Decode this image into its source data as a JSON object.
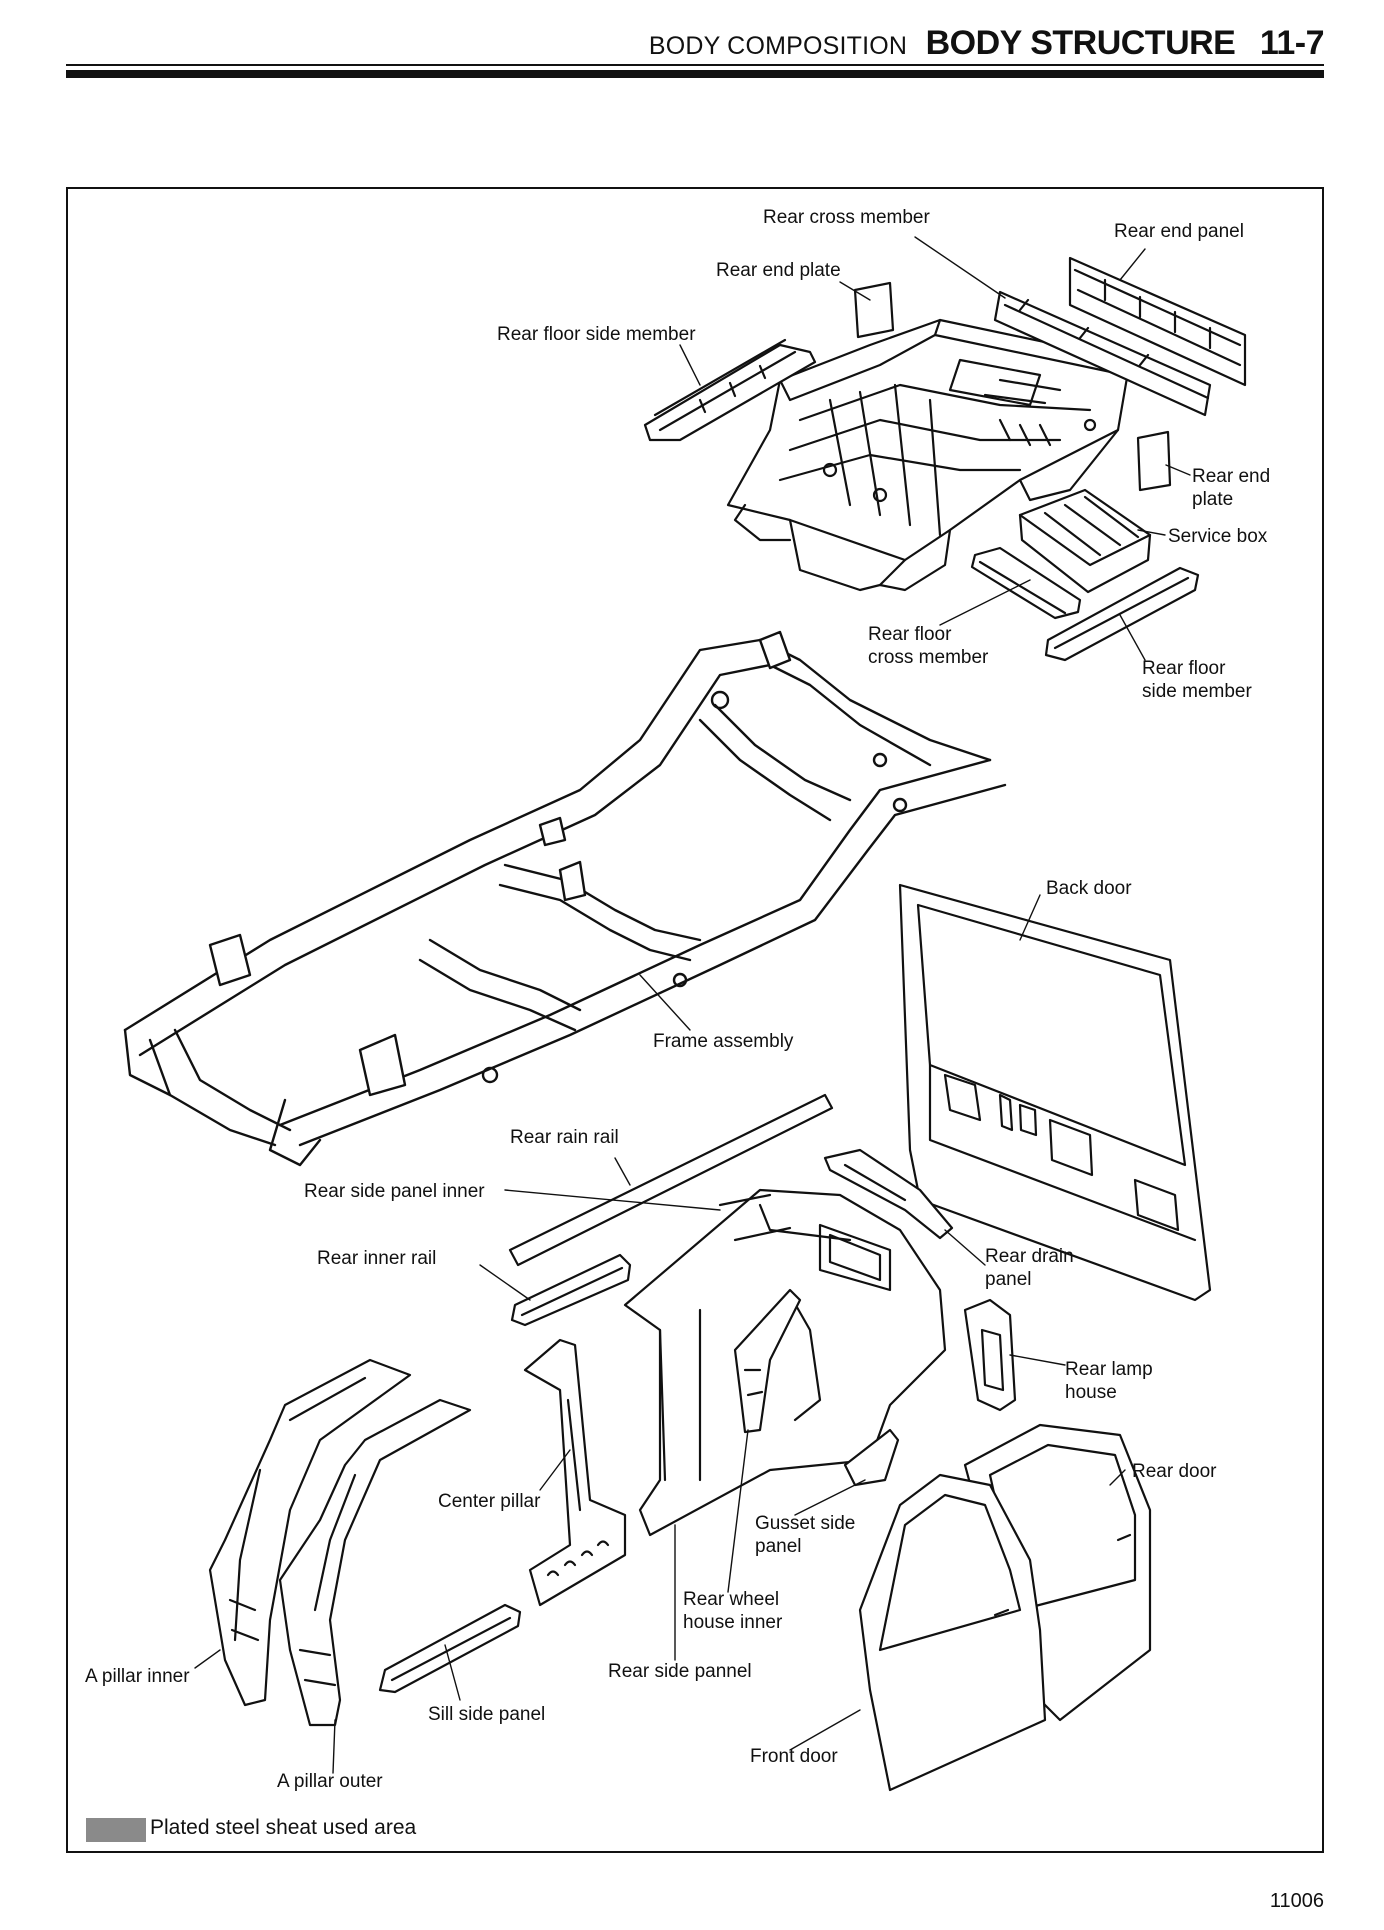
{
  "header": {
    "section": "BODY COMPOSITION",
    "title": "BODY STRUCTURE",
    "page": "11-7"
  },
  "labels": {
    "rear_cross_member": "Rear cross member",
    "rear_end_panel": "Rear end panel",
    "rear_end_plate_top": "Rear end plate",
    "rear_floor_side_member_top": "Rear floor side member",
    "rear_end_plate_right_1": "Rear end",
    "rear_end_plate_right_2": "plate",
    "service_box": "Service box",
    "rear_floor_cross_member_1": "Rear floor",
    "rear_floor_cross_member_2": "cross member",
    "rear_floor_side_member_right_1": "Rear floor",
    "rear_floor_side_member_right_2": "side member",
    "back_door": "Back door",
    "frame_assembly": "Frame assembly",
    "rear_rain_rail": "Rear rain rail",
    "rear_side_panel_inner": "Rear side panel inner",
    "rear_inner_rail": "Rear inner rail",
    "rear_drain_panel_1": "Rear drain",
    "rear_drain_panel_2": "panel",
    "rear_lamp_house_1": "Rear lamp",
    "rear_lamp_house_2": "house",
    "rear_door": "Rear door",
    "center_pillar": "Center pillar",
    "gusset_side_panel_1": "Gusset side",
    "gusset_side_panel_2": "panel",
    "rear_wheel_house_inner_1": "Rear wheel",
    "rear_wheel_house_inner_2": "house inner",
    "rear_side_pannel": "Rear side pannel",
    "a_pillar_inner": "A pillar inner",
    "sill_side_panel": "Sill side panel",
    "a_pillar_outer": "A pillar outer",
    "front_door": "Front door"
  },
  "legend": {
    "text": "Plated steel sheat used area",
    "swatch_color": "#8a8a8a"
  },
  "figure_number": "11006"
}
